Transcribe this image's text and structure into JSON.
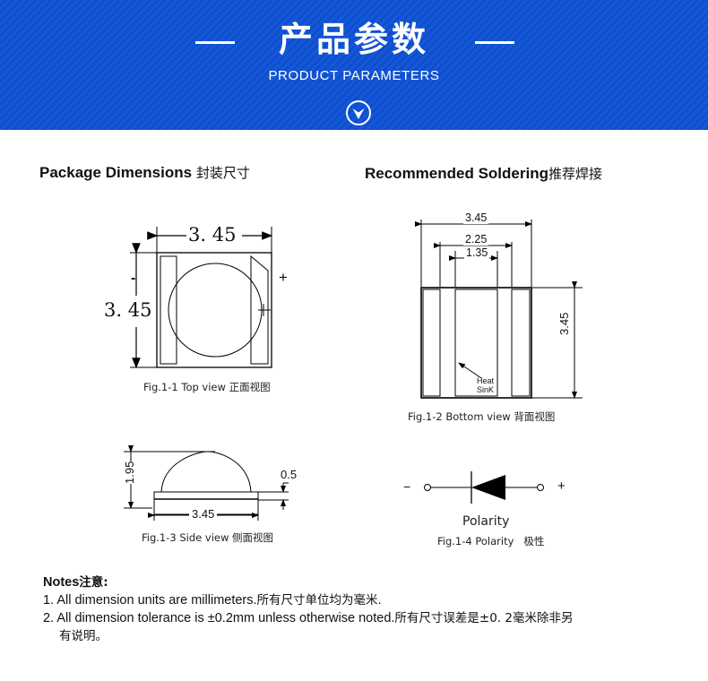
{
  "banner": {
    "title_cn": "产品参数",
    "title_en": "PRODUCT PARAMETERS",
    "icon": "chevron-down-circle-icon",
    "bg_color": "#0e52d6"
  },
  "left_section": {
    "title_en": "Package Dimensions",
    "title_cn": "封装尺寸"
  },
  "right_section": {
    "title_en": "Recommended Soldering",
    "title_cn": "推荐焊接"
  },
  "fig1": {
    "caption": "Fig.1-1 Top view 正面视图",
    "width_label": "3. 45",
    "height_label": "3. 45",
    "minus": "-",
    "plus": "+"
  },
  "fig2": {
    "caption": "Fig.1-2 Bottom view 背面视图",
    "dim_total": "3.45",
    "dim_mid": "2.25",
    "dim_inner": "1.35",
    "dim_height": "3.45",
    "heat_label_1": "Heat",
    "heat_label_2": "SinK"
  },
  "fig3": {
    "caption": "Fig.1-3 Side view 侧面视图",
    "height_label": "1.95",
    "base_label": "0.5",
    "width_label": "3.45"
  },
  "fig4": {
    "minus": "−",
    "plus": "+",
    "label": "Polarity",
    "caption": "Fig.1-4 Polarity   极性"
  },
  "notes": {
    "heading_en": "Notes",
    "heading_cn": "注意:",
    "items": [
      {
        "en": "1. All dimension units are millimeters.",
        "cn": "所有尺寸单位均为毫米."
      },
      {
        "en": "2. All dimension tolerance is ±0.2mm unless otherwise noted.",
        "cn": "所有尺寸误差是±0. 2毫米除非另",
        "cn_cont": "有说明。"
      }
    ]
  }
}
